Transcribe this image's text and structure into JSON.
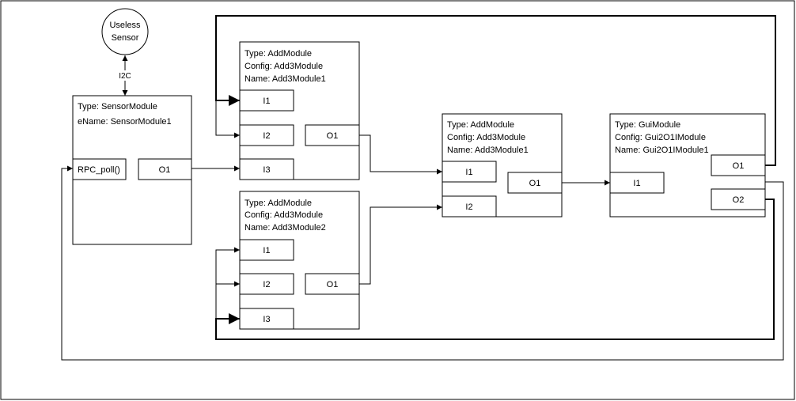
{
  "sensor_circle": {
    "line1": "Useless",
    "line2": "Sensor"
  },
  "bus_label": "I2C",
  "sensor_module": {
    "type": "Type: SensorModule",
    "name": "eName: SensorModule1",
    "rpc": "RPC_poll()",
    "o1": "O1"
  },
  "add_top": {
    "type": "Type: AddModule",
    "config": "Config: Add3Module",
    "name": "Name: Add3Module1",
    "i1": "I1",
    "i2": "I2",
    "i3": "I3",
    "o1": "O1"
  },
  "add_bottom": {
    "type": "Type: AddModule",
    "config": "Config: Add3Module",
    "name": "Name: Add3Module2",
    "i1": "I1",
    "i2": "I2",
    "i3": "I3",
    "o1": "O1"
  },
  "add_mid": {
    "type": "Type: AddModule",
    "config": "Config: Add3Module",
    "name": "Name: Add3Module1",
    "i1": "I1",
    "i2": "I2",
    "o1": "O1"
  },
  "gui_module": {
    "type": "Type: GuiModule",
    "config": "Config: Gui2O1IModule",
    "name": "Name: Gui2O1IModule1",
    "i1": "I1",
    "o1": "O1",
    "o2": "O2"
  }
}
